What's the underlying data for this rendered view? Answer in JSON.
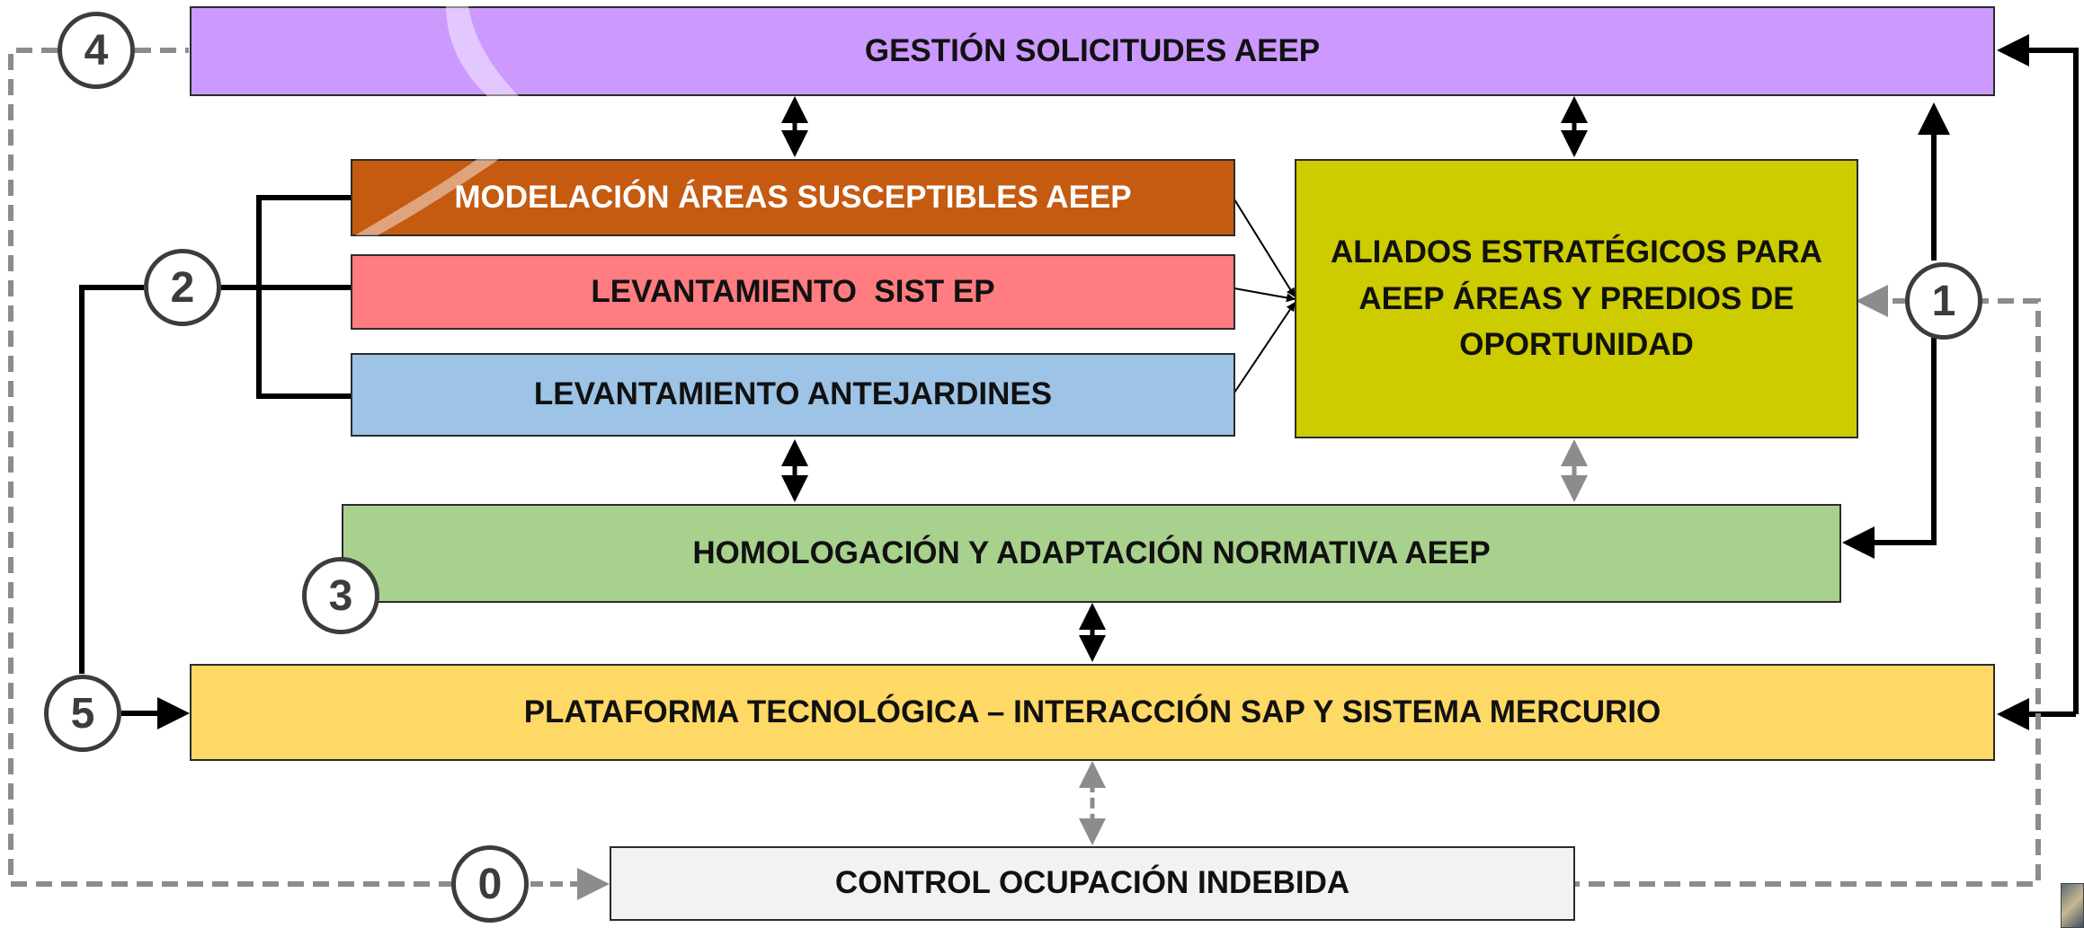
{
  "boxes": {
    "gestion": {
      "label": "GESTIÓN SOLICITUDES AEEP",
      "color": "#cc99ff"
    },
    "modelacion": {
      "label": "MODELACIÓN ÁREAS SUSCEPTIBLES AEEP",
      "color": "#c55a11"
    },
    "sist_ep": {
      "label": "LEVANTAMIENTO  SIST EP",
      "color": "#ff7c80"
    },
    "antejardines": {
      "label": "LEVANTAMIENTO ANTEJARDINES",
      "color": "#9dc3e6"
    },
    "aliados": {
      "lines": [
        "ALIADOS ESTRATÉGICOS PARA",
        "AEEP ÁREAS Y PREDIOS DE",
        "OPORTUNIDAD"
      ],
      "color": "#cccc00"
    },
    "homologacion": {
      "label": "HOMOLOGACIÓN Y ADAPTACIÓN NORMATIVA AEEP",
      "color": "#a9d18e"
    },
    "plataforma": {
      "label": "PLATAFORMA TECNOLÓGICA – INTERACCIÓN SAP Y SISTEMA MERCURIO",
      "color": "#ffd966"
    },
    "control": {
      "label": "CONTROL OCUPACIÓN INDEBIDA",
      "color": "#f2f2f2"
    }
  },
  "markers": {
    "m0": "0",
    "m1": "1",
    "m2": "2",
    "m3": "3",
    "m4": "4",
    "m5": "5"
  },
  "colors": {
    "solid_connector": "#000000",
    "dashed_connector": "#7f7f7f"
  }
}
